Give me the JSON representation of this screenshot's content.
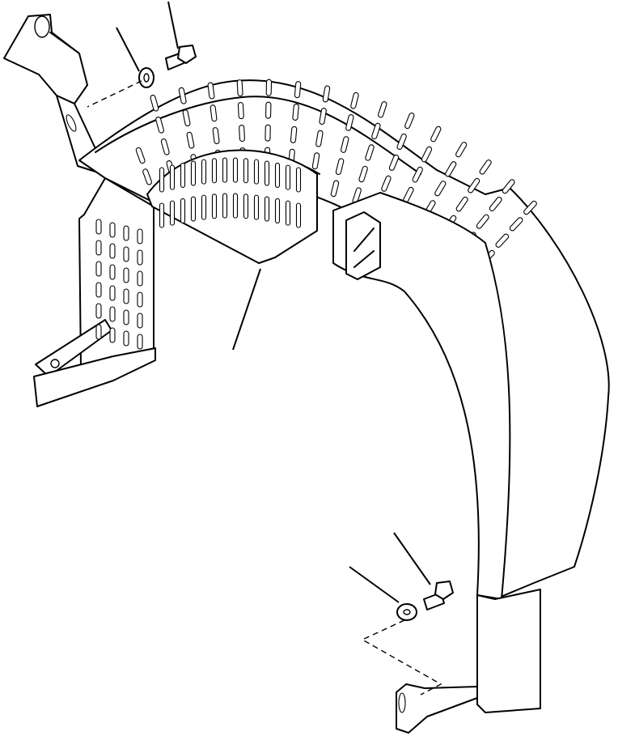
{
  "diagram": {
    "kind": "exploded parts drawing",
    "colors": {
      "line": "#000000",
      "background": "#ffffff"
    },
    "parts": [
      {
        "id": "fender",
        "icon": "perforated-fender-guard"
      },
      {
        "id": "bolt-upper",
        "icon": "hex-bolt"
      },
      {
        "id": "washer-upper",
        "icon": "washer"
      },
      {
        "id": "bolt-lower",
        "icon": "hex-bolt"
      },
      {
        "id": "washer-lower",
        "icon": "washer"
      }
    ],
    "callout_count": 5
  }
}
